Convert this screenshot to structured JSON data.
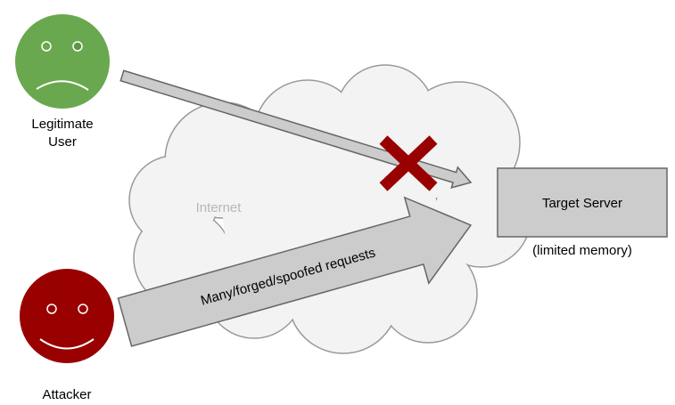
{
  "cloud": {
    "label": "Internet"
  },
  "legitimate_user": {
    "label_line1": "Legitimate",
    "label_line2": "User",
    "expression": "sad",
    "color": "#6aa84f"
  },
  "attacker": {
    "label": "Attacker",
    "expression": "happy",
    "color": "#990000"
  },
  "attack_arrow": {
    "label": "Many/forged/spoofed requests"
  },
  "blocked_mark": {
    "icon": "x-icon",
    "color": "#990000"
  },
  "server": {
    "label": "Target Server",
    "note": "(limited memory)"
  },
  "colors": {
    "cloud_fill": "#f3f3f3",
    "cloud_stroke": "#999999",
    "arrow_fill": "#cccccc",
    "arrow_stroke": "#666666"
  }
}
